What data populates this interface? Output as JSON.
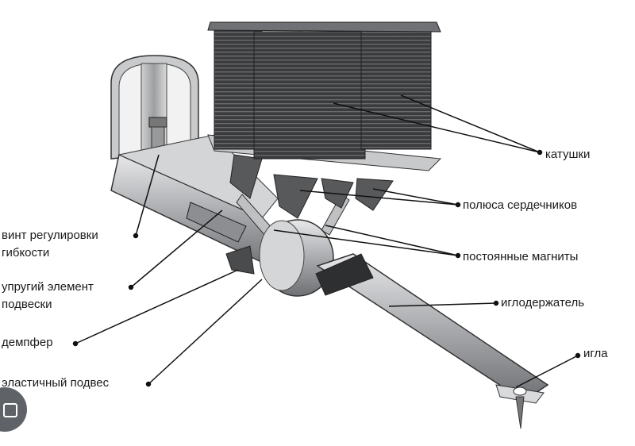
{
  "labels": {
    "coils": "катушки",
    "core_poles": "полюса сердечников",
    "permanent_magnets": "постоянные магниты",
    "needle_holder": "иглодержатель",
    "needle": "игла",
    "flex_screw_line1": "винт регулировки",
    "flex_screw_line2": "гибкости",
    "suspension_line1": "упругий элемент",
    "suspension_line2": "подвески",
    "damper": "демпфер",
    "elastic_mount": "эластичный подвес"
  },
  "icons": {
    "lens": "google-lens-icon"
  }
}
